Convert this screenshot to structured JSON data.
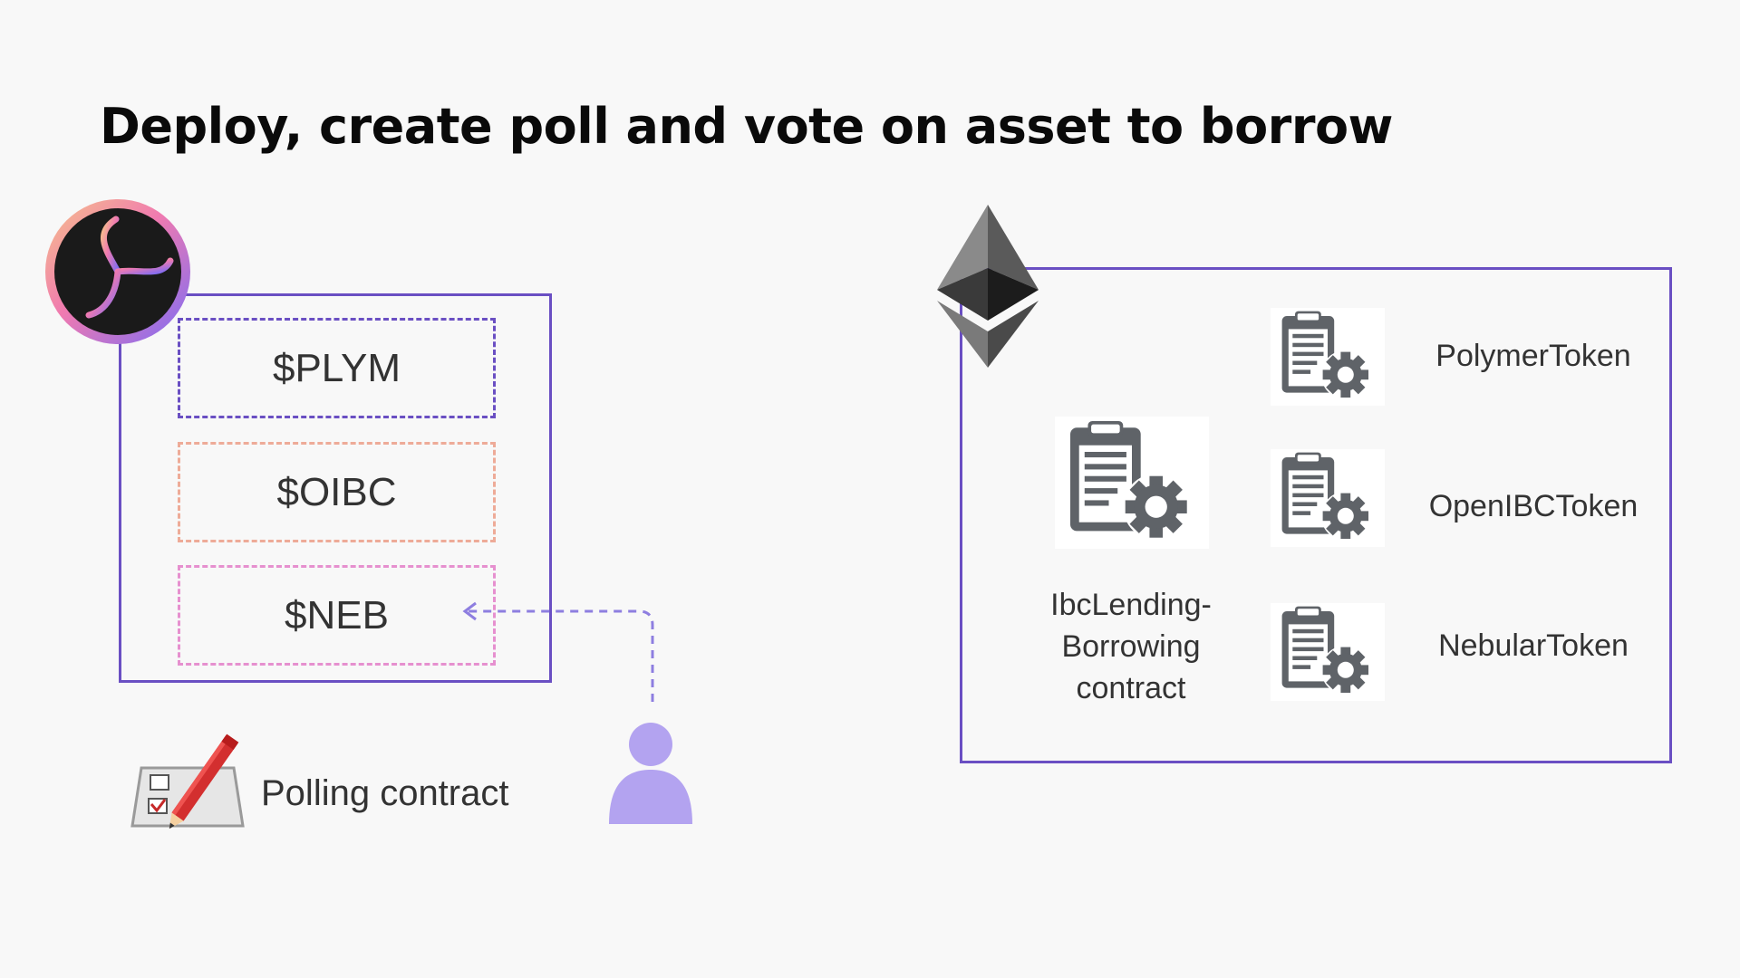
{
  "title": "Deploy, create poll and vote on asset to borrow",
  "polymer_side": {
    "logo_icon": "polymer-logo-icon",
    "tokens": [
      "$PLYM",
      "$OIBC",
      "$NEB"
    ],
    "token_border_colors": [
      "#6a4fc3",
      "#eeab98",
      "#e690cf"
    ],
    "poll_icon": "ballot-pencil-icon",
    "poll_label": "Polling contract",
    "voter_icon": "person-icon",
    "vote_target": "$NEB"
  },
  "ethereum_side": {
    "logo_icon": "ethereum-logo-icon",
    "main_contract_icon": "clipboard-gear-icon",
    "main_contract_lines": [
      "IbcLending-",
      "Borrowing",
      "contract"
    ],
    "token_contracts": [
      {
        "icon": "clipboard-gear-icon",
        "label": "PolymerToken"
      },
      {
        "icon": "clipboard-gear-icon",
        "label": "OpenIBCToken"
      },
      {
        "icon": "clipboard-gear-icon",
        "label": "NebularToken"
      }
    ]
  },
  "colors": {
    "accent": "#6a4fc3",
    "person": "#b3a3f0",
    "icon_gray": "#5f6368",
    "background": "#f8f8f8"
  }
}
